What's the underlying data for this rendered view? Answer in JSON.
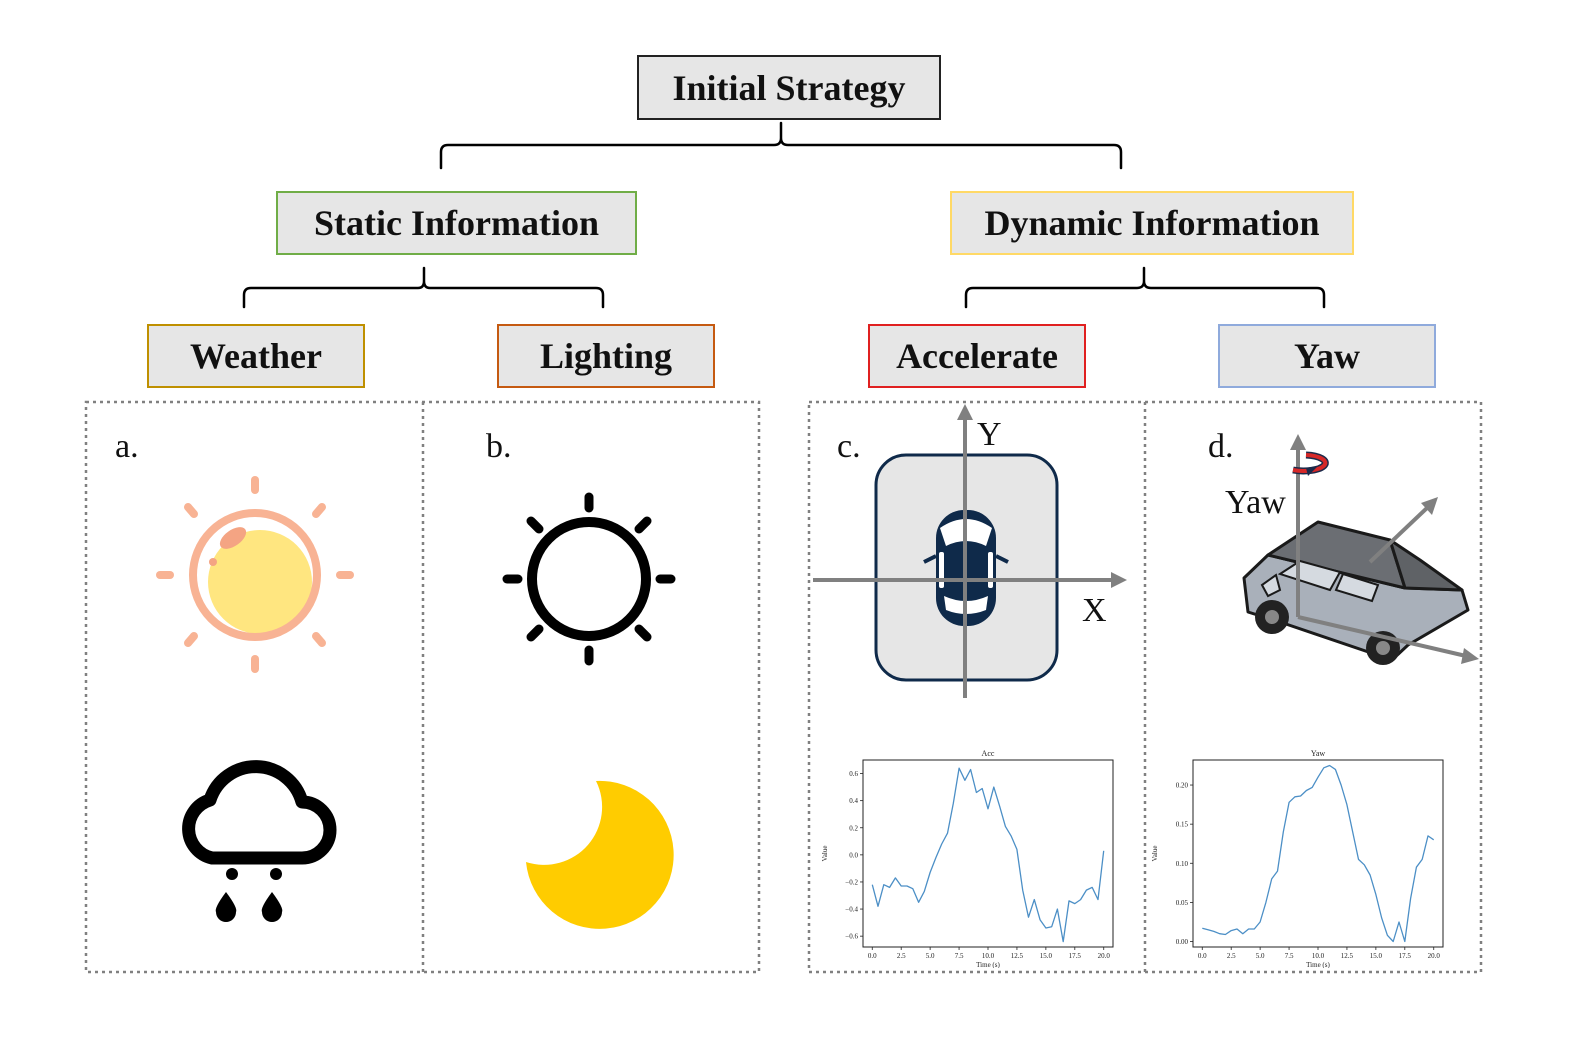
{
  "diagram": {
    "root": {
      "label": "Initial Strategy"
    },
    "static": {
      "label": "Static Information",
      "border_color": "#70ad47"
    },
    "dynamic": {
      "label": "Dynamic Information",
      "border_color": "#ffd966"
    },
    "weather": {
      "label": "Weather",
      "border_color": "#bf9000"
    },
    "lighting": {
      "label": "Lighting",
      "border_color": "#c55a11"
    },
    "accelerate": {
      "label": "Accelerate",
      "border_color": "#e02020"
    },
    "yaw": {
      "label": "Yaw",
      "border_color": "#8faadc"
    }
  },
  "panels": {
    "a": {
      "label": "a.",
      "icons": [
        "sun-icon",
        "rain-cloud-icon"
      ]
    },
    "b": {
      "label": "b.",
      "icons": [
        "sun-outline-icon",
        "moon-icon"
      ]
    },
    "c": {
      "label": "c.",
      "axis_x": "X",
      "axis_y": "Y",
      "icons": [
        "car-top-view-icon"
      ]
    },
    "d": {
      "label": "d.",
      "yaw_label": "Yaw",
      "icons": [
        "car-3d-icon",
        "rotation-arrow-icon"
      ]
    }
  },
  "colors": {
    "sun_fill": "#ffe680",
    "sun_ring": "#f8b394",
    "moon": "#ffcc00",
    "car": "#0f2a4a",
    "axis": "#808080",
    "line": "#4c8fc6"
  },
  "chart_data": [
    {
      "type": "line",
      "title": "Acc",
      "xlabel": "Time (s)",
      "ylabel": "Value",
      "xlim": [
        -0.8,
        20.8
      ],
      "ylim": [
        -0.68,
        0.7
      ],
      "xticks": [
        "0.0",
        "2.5",
        "5.0",
        "7.5",
        "10.0",
        "12.5",
        "15.0",
        "17.5",
        "20.0"
      ],
      "yticks": [
        "−0.6",
        "−0.4",
        "−0.2",
        "0.0",
        "0.2",
        "0.4",
        "0.6"
      ],
      "x": [
        0,
        0.5,
        1,
        1.5,
        2,
        2.5,
        3,
        3.5,
        4,
        4.5,
        5,
        5.5,
        6,
        6.5,
        7,
        7.5,
        8,
        8.5,
        9,
        9.5,
        10,
        10.5,
        11,
        11.5,
        12,
        12.5,
        13,
        13.5,
        14,
        14.5,
        15,
        15.5,
        16,
        16.5,
        17,
        17.5,
        18,
        18.5,
        19,
        19.5,
        20
      ],
      "y": [
        -0.22,
        -0.38,
        -0.22,
        -0.24,
        -0.17,
        -0.23,
        -0.23,
        -0.25,
        -0.35,
        -0.27,
        -0.13,
        -0.02,
        0.08,
        0.16,
        0.38,
        0.64,
        0.55,
        0.63,
        0.46,
        0.49,
        0.34,
        0.5,
        0.36,
        0.21,
        0.14,
        0.04,
        -0.26,
        -0.46,
        -0.33,
        -0.48,
        -0.54,
        -0.53,
        -0.4,
        -0.64,
        -0.34,
        -0.36,
        -0.33,
        -0.26,
        -0.24,
        -0.33,
        0.03
      ]
    },
    {
      "type": "line",
      "title": "Yaw",
      "xlabel": "Time (s)",
      "ylabel": "Value",
      "xlim": [
        -0.8,
        20.8
      ],
      "ylim": [
        -0.007,
        0.232
      ],
      "xticks": [
        "0.0",
        "2.5",
        "5.0",
        "7.5",
        "10.0",
        "12.5",
        "15.0",
        "17.5",
        "20.0"
      ],
      "yticks": [
        "0.00",
        "0.05",
        "0.10",
        "0.15",
        "0.20"
      ],
      "x": [
        0,
        0.5,
        1,
        1.5,
        2,
        2.5,
        3,
        3.5,
        4,
        4.5,
        5,
        5.5,
        6,
        6.5,
        7,
        7.5,
        8,
        8.5,
        9,
        9.5,
        10,
        10.5,
        11,
        11.5,
        12,
        12.5,
        13,
        13.5,
        14,
        14.5,
        15,
        15.5,
        16,
        16.5,
        17,
        17.5,
        18,
        18.5,
        19,
        19.5,
        20
      ],
      "y": [
        0.017,
        0.015,
        0.013,
        0.01,
        0.009,
        0.014,
        0.016,
        0.01,
        0.016,
        0.016,
        0.025,
        0.05,
        0.08,
        0.09,
        0.14,
        0.178,
        0.185,
        0.186,
        0.193,
        0.197,
        0.21,
        0.222,
        0.225,
        0.22,
        0.2,
        0.175,
        0.14,
        0.105,
        0.098,
        0.085,
        0.06,
        0.03,
        0.008,
        0.0,
        0.025,
        0.0,
        0.055,
        0.095,
        0.105,
        0.135,
        0.13
      ]
    }
  ]
}
